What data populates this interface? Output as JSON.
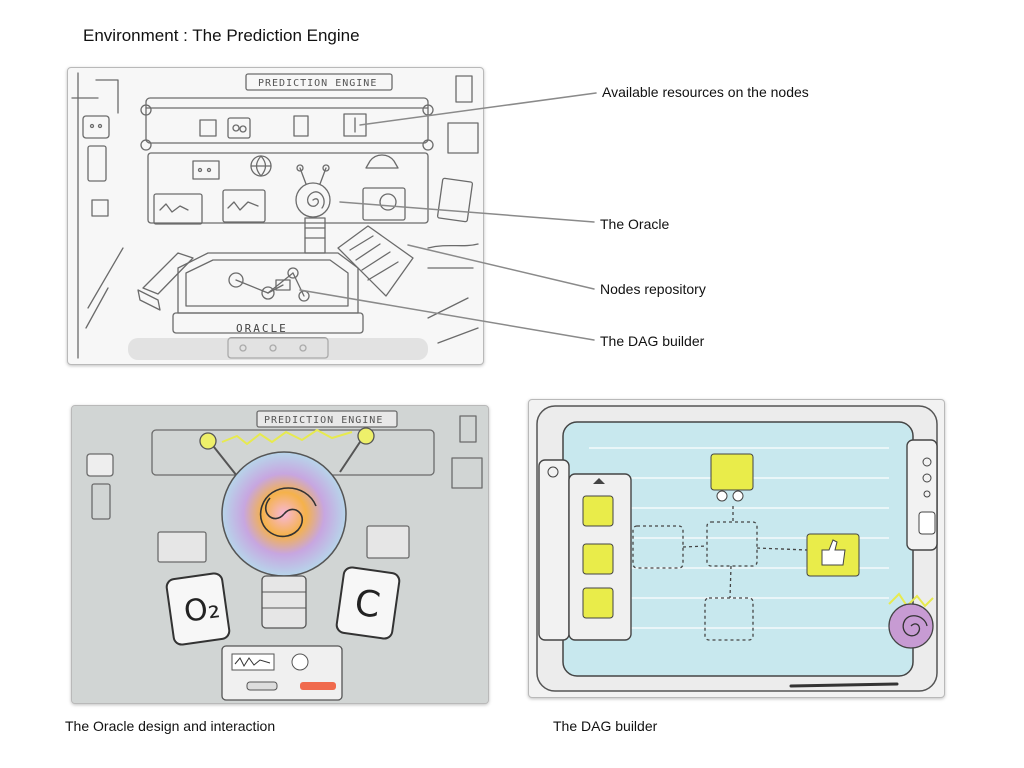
{
  "page": {
    "title": "Environment : The Prediction Engine"
  },
  "top_panel": {
    "sign_text": "PREDICTION ENGINE",
    "desk_text": "ORACLE",
    "callouts": [
      "Available resources on the nodes",
      "The Oracle",
      "Nodes repository",
      "The DAG builder"
    ]
  },
  "oracle_panel": {
    "sign_text": "PREDICTION ENGINE",
    "left_card": "O₂",
    "right_card": "C",
    "caption": "The Oracle design and interaction"
  },
  "dag_panel": {
    "caption": "The DAG builder"
  },
  "colors": {
    "sketch_line": "#6b6b6b",
    "leader_line": "#8a8a8a",
    "dag_canvas": "#c8e8ee",
    "node_yellow": "#e9ec4a",
    "oracle_purple": "#c79bd3",
    "oracle_gray_wash": "#c5cac9"
  }
}
